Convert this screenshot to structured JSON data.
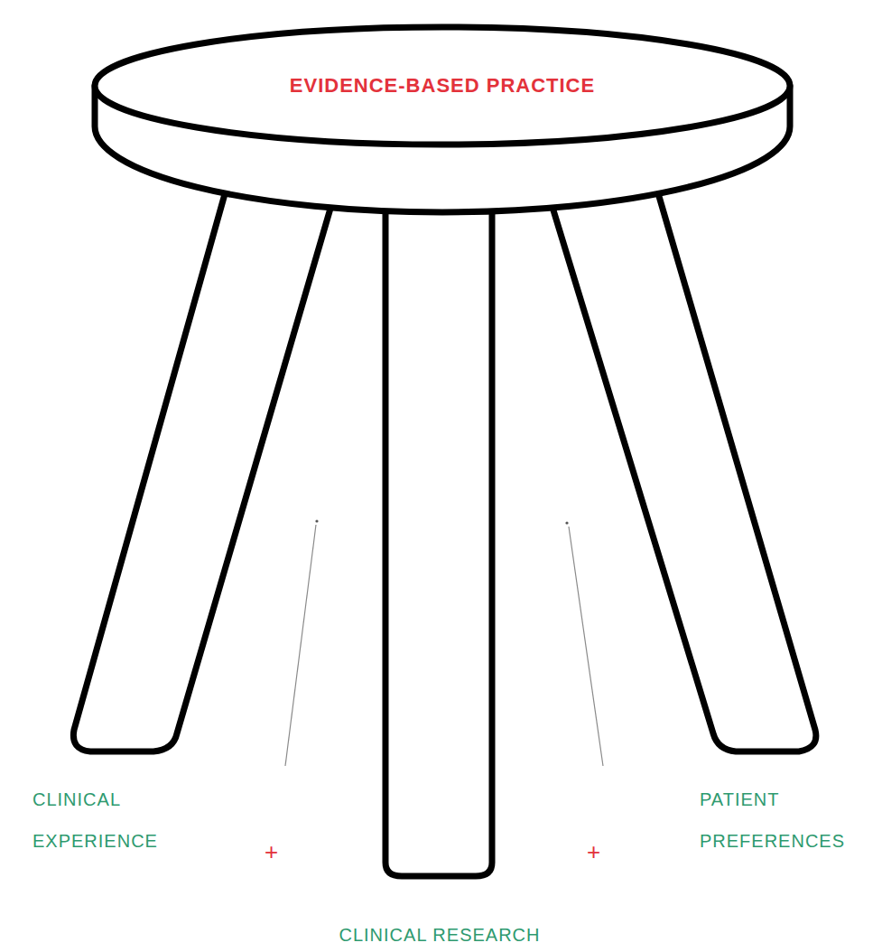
{
  "diagram": {
    "nodes": [
      {
        "text": [
          "EVIDENCE-BASED PRACTICE"
        ]
      }
    ],
    "labels": [
      "CLINICAL EXPERIENCE",
      "PATIENT PREFERENCES",
      "+",
      "+",
      "CLINICAL RESEARCH"
    ]
  }
}
